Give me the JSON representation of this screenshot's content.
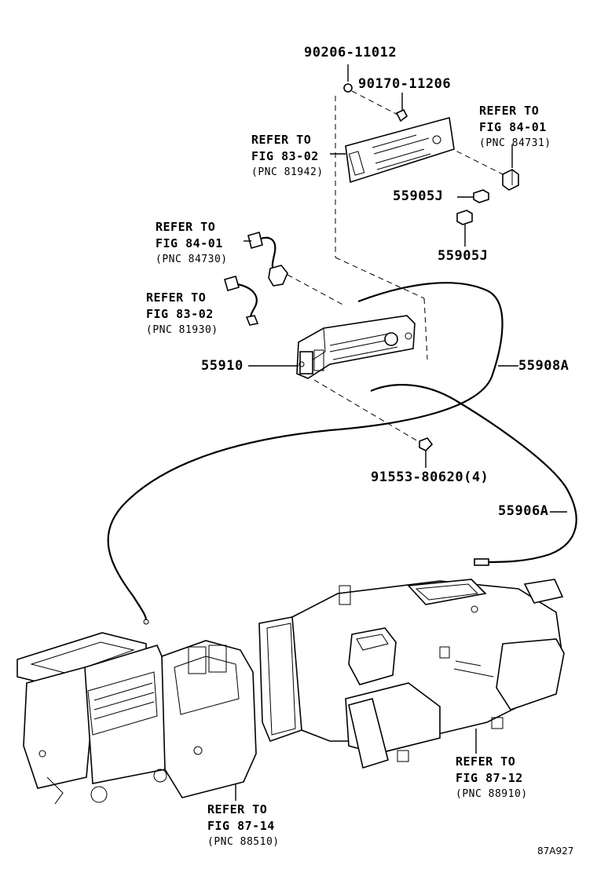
{
  "parts": {
    "p90206": "90206-11012",
    "p90170": "90170-11206",
    "p55905j_a": "55905J",
    "p55905j_b": "55905J",
    "p55910": "55910",
    "p55908a": "55908A",
    "p91553": "91553-80620(4)",
    "p55906a": "55906A"
  },
  "refs": {
    "top_right": {
      "line1": "REFER TO",
      "line2": "FIG 84-01",
      "line3": "(PNC 84731)"
    },
    "top_mid": {
      "line1": "REFER TO",
      "line2": "FIG 83-02",
      "line3": "(PNC 81942)"
    },
    "left_upper": {
      "line1": "REFER TO",
      "line2": "FIG 84-01",
      "line3": "(PNC 84730)"
    },
    "left_lower": {
      "line1": "REFER TO",
      "line2": "FIG 83-02",
      "line3": "(PNC 81930)"
    },
    "bottom_right": {
      "line1": "REFER TO",
      "line2": "FIG 87-12",
      "line3": "(PNC 88910)"
    },
    "bottom_left": {
      "line1": "REFER TO",
      "line2": "FIG 87-14",
      "line3": "(PNC 88510)"
    }
  },
  "illustration_code": "87A927"
}
